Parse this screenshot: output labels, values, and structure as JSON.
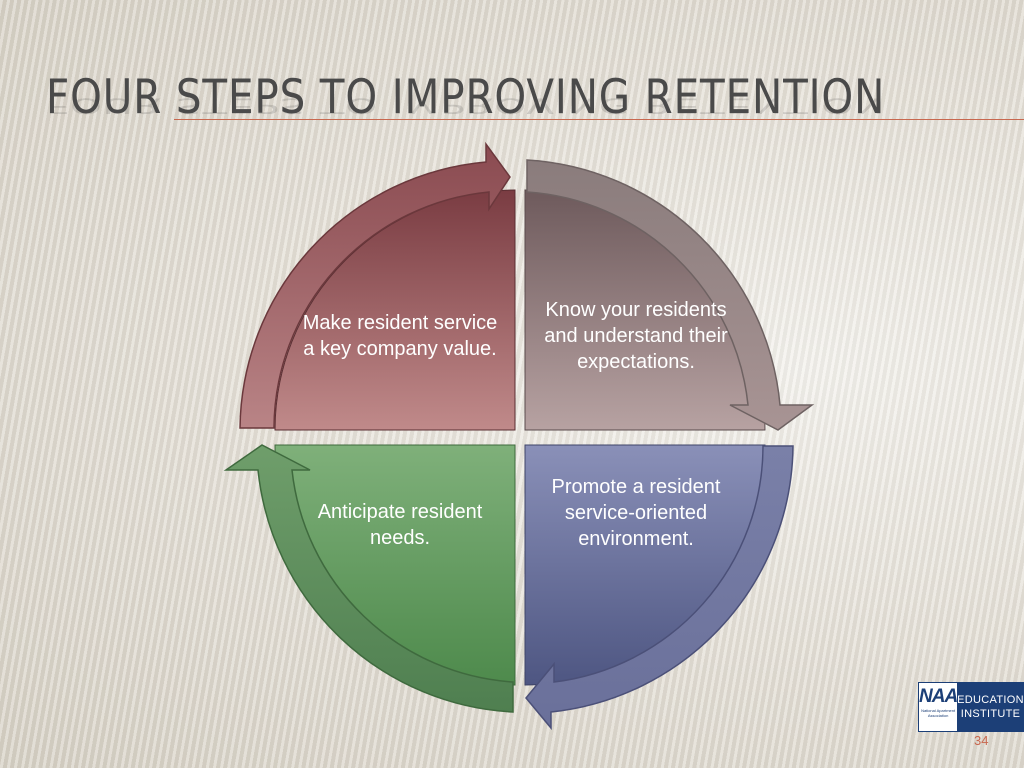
{
  "slide": {
    "title": "Four Steps to Improving Retention",
    "page_number": "34"
  },
  "diagram": {
    "steps": [
      {
        "id": "q1",
        "text": "Make resident service a key company value.",
        "color": "#8b4a4e"
      },
      {
        "id": "q2",
        "text": "Know your residents and understand their expectations.",
        "color": "#8a7373"
      },
      {
        "id": "q3",
        "text": "Anticipate resident needs.",
        "color": "#5f935a"
      },
      {
        "id": "q4",
        "text": "Promote a resident service-oriented environment.",
        "color": "#5e6690"
      }
    ]
  },
  "logo": {
    "mark": "NAA",
    "subtext": "National Apartment Association",
    "line1": "Education",
    "line2": "Institute",
    "color": "#1c3f77"
  }
}
